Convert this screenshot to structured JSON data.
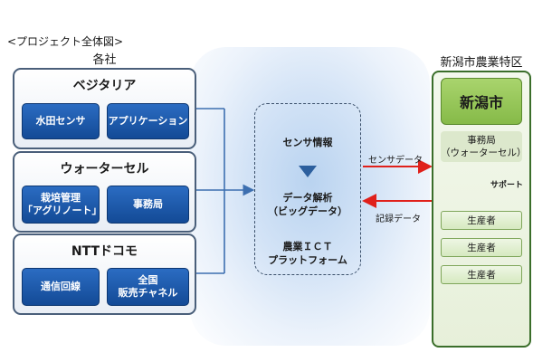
{
  "caption": "<プロジェクト全体図>",
  "left_column": {
    "title": "各社",
    "companies": [
      {
        "name": "ベジタリア",
        "tiles": [
          "水田センサ",
          "アプリケーション"
        ]
      },
      {
        "name": "ウォーターセル",
        "tiles": [
          "栽培管理\n「アグリノート」",
          "事務局"
        ]
      },
      {
        "name": "NTTドコモ",
        "tiles": [
          "通信回線",
          "全国\n販売チャネル"
        ]
      }
    ]
  },
  "platform": {
    "sensor_info": "センサ情報",
    "analysis": "データ解析\n（ビッグデータ）",
    "name": "農業ＩＣＴ\nプラットフォーム"
  },
  "flows": {
    "sensor_data": "センサデータ",
    "record_data": "記録データ"
  },
  "right_column": {
    "title": "新潟市農業特区",
    "city": "新潟市",
    "office": "事務局\n（ウォーターセル）",
    "support": "サポート",
    "producers": [
      "生産者",
      "生産者",
      "生産者"
    ]
  },
  "colors": {
    "tile_blue": "#1d5aad",
    "arrow_blue": "#3d6fb0",
    "arrow_red": "#e0201b",
    "green": "#86ba48"
  }
}
